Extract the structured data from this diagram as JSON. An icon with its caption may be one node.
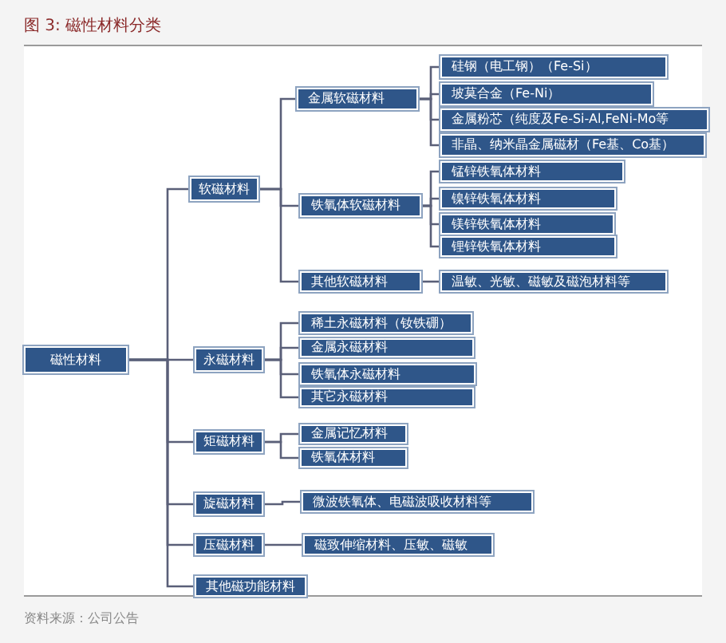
{
  "diagram": {
    "title": "图 3: 磁性材料分类",
    "caption": "资料来源：公司公告",
    "nodes": [
      {
        "text": [
          "磁性材料"
        ]
      },
      {
        "text": [
          "软磁材料"
        ]
      },
      {
        "text": [
          "金属软磁材料"
        ]
      },
      {
        "text": [
          "硅钢（电工钢）（Fe-Si）"
        ]
      },
      {
        "text": [
          "坡莫合金（Fe-Ni）"
        ]
      },
      {
        "text": [
          "金属粉芯（纯度及Fe-Si-Al,FeNi-Mo等"
        ]
      },
      {
        "text": [
          "非晶、纳米晶金属磁材（Fe基、Co基）"
        ]
      },
      {
        "text": [
          "铁氧体软磁材料"
        ]
      },
      {
        "text": [
          "锰锌铁氧体材料"
        ]
      },
      {
        "text": [
          "镍锌铁氧体材料"
        ]
      },
      {
        "text": [
          "镁锌铁氧体材料"
        ]
      },
      {
        "text": [
          "锂锌铁氧体材料"
        ]
      },
      {
        "text": [
          "其他软磁材料"
        ]
      },
      {
        "text": [
          "温敏、光敏、磁敏及磁泡材料等"
        ]
      },
      {
        "text": [
          "永磁材料"
        ]
      },
      {
        "text": [
          "稀土永磁材料（钕铁硼）"
        ]
      },
      {
        "text": [
          "金属永磁材料"
        ]
      },
      {
        "text": [
          "铁氧体永磁材料"
        ]
      },
      {
        "text": [
          "其它永磁材料"
        ]
      },
      {
        "text": [
          "矩磁材料"
        ]
      },
      {
        "text": [
          "金属记忆材料"
        ]
      },
      {
        "text": [
          "铁氧体材料"
        ]
      },
      {
        "text": [
          "旋磁材料"
        ]
      },
      {
        "text": [
          "微波铁氧体、电磁波吸收材料等"
        ]
      },
      {
        "text": [
          "压磁材料"
        ]
      },
      {
        "text": [
          "磁致伸缩材料、压敏、磁敏"
        ]
      },
      {
        "text": [
          "其他磁功能材料"
        ]
      }
    ],
    "edges": [
      {
        "from": 0,
        "to": 1,
        "arrow": "none"
      },
      {
        "from": 0,
        "to": 14,
        "arrow": "none"
      },
      {
        "from": 0,
        "to": 19,
        "arrow": "none"
      },
      {
        "from": 0,
        "to": 22,
        "arrow": "none"
      },
      {
        "from": 0,
        "to": 24,
        "arrow": "none"
      },
      {
        "from": 0,
        "to": 26,
        "arrow": "none"
      },
      {
        "from": 1,
        "to": 2,
        "arrow": "none"
      },
      {
        "from": 1,
        "to": 7,
        "arrow": "none"
      },
      {
        "from": 1,
        "to": 12,
        "arrow": "none"
      },
      {
        "from": 2,
        "to": 3,
        "arrow": "none"
      },
      {
        "from": 2,
        "to": 4,
        "arrow": "none"
      },
      {
        "from": 2,
        "to": 5,
        "arrow": "none"
      },
      {
        "from": 2,
        "to": 6,
        "arrow": "none"
      },
      {
        "from": 7,
        "to": 8,
        "arrow": "none"
      },
      {
        "from": 7,
        "to": 9,
        "arrow": "none"
      },
      {
        "from": 7,
        "to": 10,
        "arrow": "none"
      },
      {
        "from": 7,
        "to": 11,
        "arrow": "none"
      },
      {
        "from": 12,
        "to": 13,
        "arrow": "none"
      },
      {
        "from": 14,
        "to": 15,
        "arrow": "none"
      },
      {
        "from": 14,
        "to": 16,
        "arrow": "none"
      },
      {
        "from": 14,
        "to": 17,
        "arrow": "none"
      },
      {
        "from": 14,
        "to": 18,
        "arrow": "none"
      },
      {
        "from": 19,
        "to": 20,
        "arrow": "none"
      },
      {
        "from": 19,
        "to": 21,
        "arrow": "none"
      },
      {
        "from": 22,
        "to": 23,
        "arrow": "none"
      },
      {
        "from": 24,
        "to": 25,
        "arrow": "none"
      }
    ]
  }
}
